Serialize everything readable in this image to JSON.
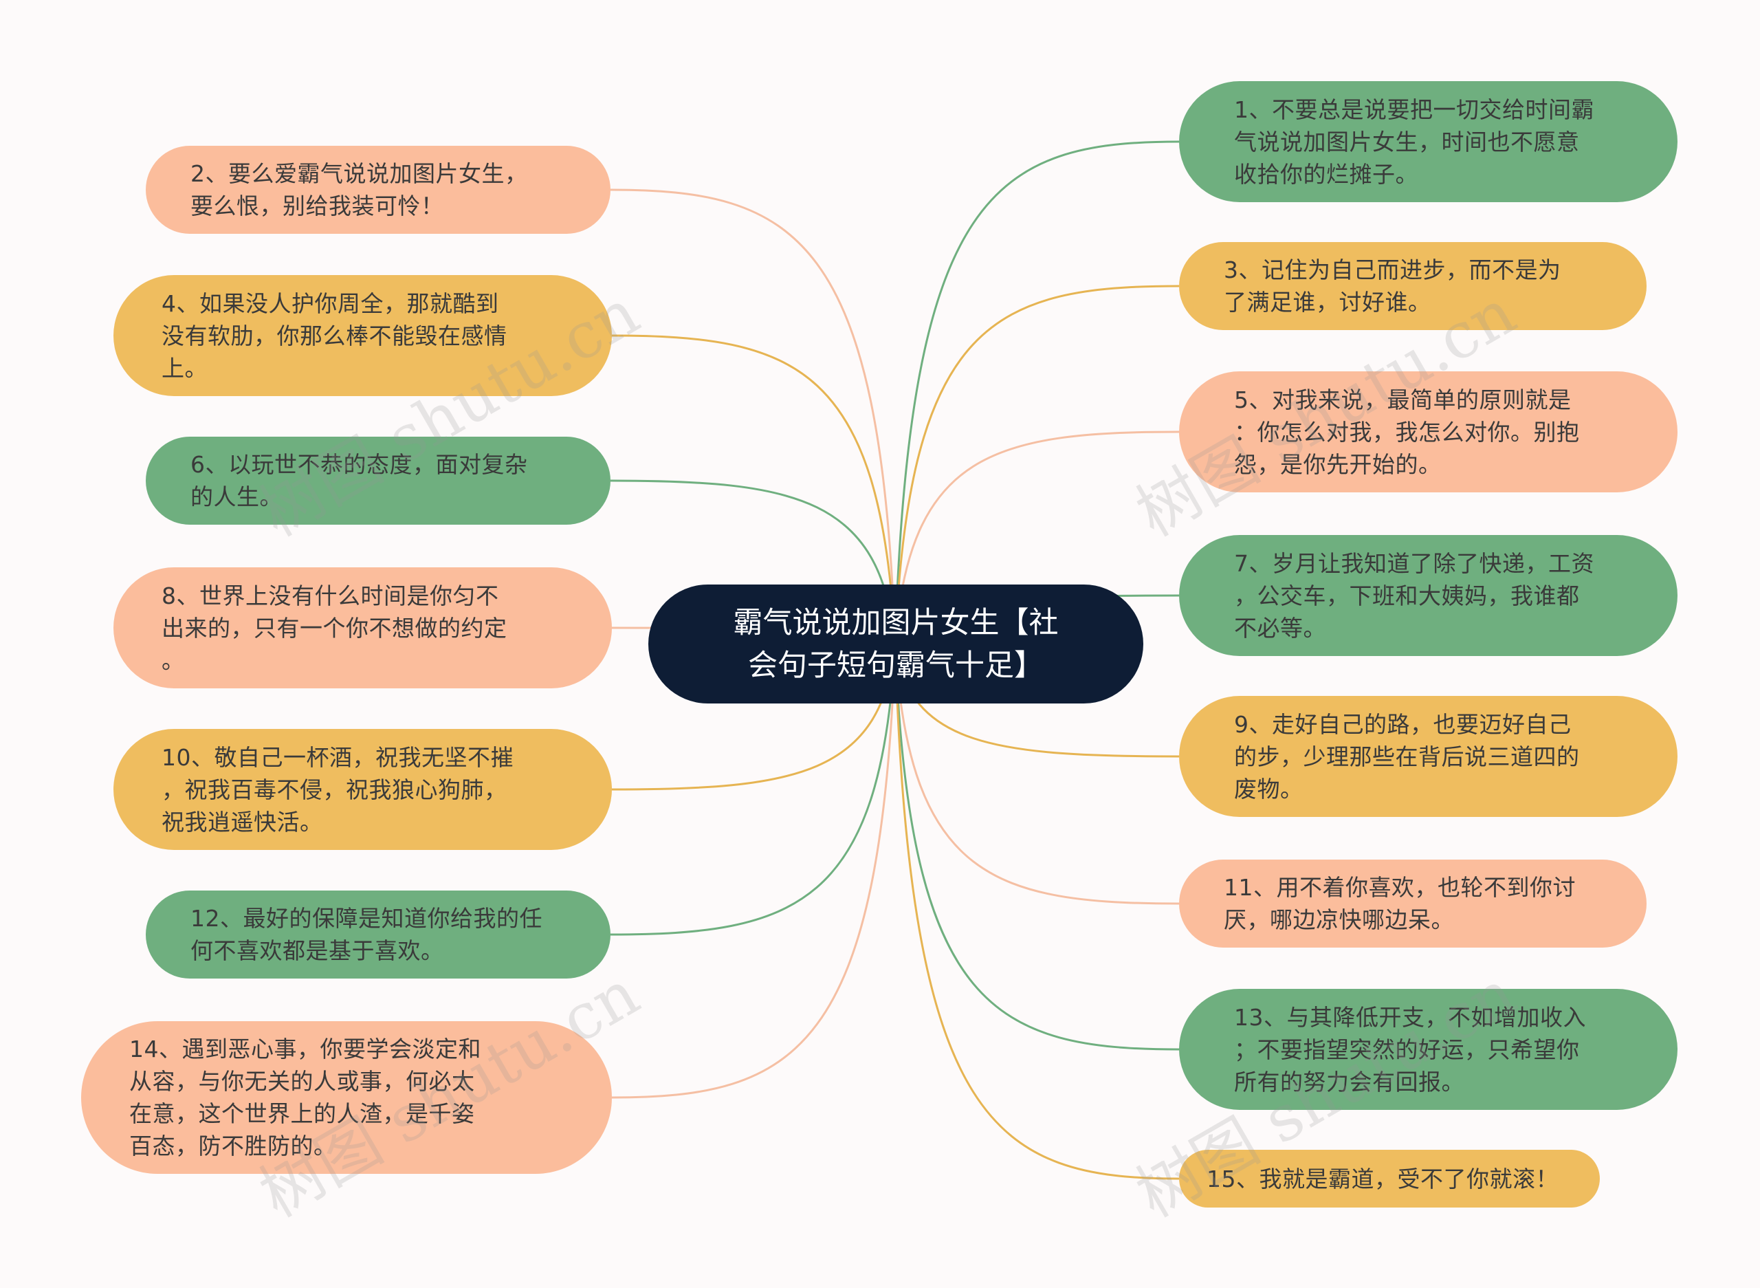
{
  "root": {
    "label": "霸气说说加图片女生【社\n会句子短句霸气十足】"
  },
  "colors": {
    "green": "#6faf7f",
    "orange": "#efbd5f",
    "peach": "#fbbd9c",
    "root": "#0e1d35"
  },
  "watermark": "树图 shutu.cn",
  "nodes": [
    {
      "id": "n1",
      "side": "right",
      "color": "green",
      "text": "1、不要总是说要把一切交给时间霸\n气说说加图片女生，时间也不愿意\n收拾你的烂摊子。"
    },
    {
      "id": "n2",
      "side": "left",
      "color": "peach",
      "text": "2、要么爱霸气说说加图片女生，\n要么恨，别给我装可怜！"
    },
    {
      "id": "n3",
      "side": "right",
      "color": "orange",
      "text": "3、记住为自己而进步，而不是为\n了满足谁，讨好谁。"
    },
    {
      "id": "n4",
      "side": "left",
      "color": "orange",
      "text": "4、如果没人护你周全，那就酷到\n没有软肋，你那么棒不能毁在感情\n上。"
    },
    {
      "id": "n5",
      "side": "right",
      "color": "peach",
      "text": "5、对我来说，最简单的原则就是\n：你怎么对我，我怎么对你。别抱\n怨，是你先开始的。"
    },
    {
      "id": "n6",
      "side": "left",
      "color": "green",
      "text": "6、以玩世不恭的态度，面对复杂\n的人生。"
    },
    {
      "id": "n7",
      "side": "right",
      "color": "green",
      "text": "7、岁月让我知道了除了快递，工资\n，公交车，下班和大姨妈，我谁都\n不必等。"
    },
    {
      "id": "n8",
      "side": "left",
      "color": "peach",
      "text": "8、世界上没有什么时间是你匀不\n出来的，只有一个你不想做的约定\n。"
    },
    {
      "id": "n9",
      "side": "right",
      "color": "orange",
      "text": "9、走好自己的路，也要迈好自己\n的步，少理那些在背后说三道四的\n废物。"
    },
    {
      "id": "n10",
      "side": "left",
      "color": "orange",
      "text": "10、敬自己一杯酒，祝我无坚不摧\n，祝我百毒不侵，祝我狼心狗肺，\n祝我逍遥快活。"
    },
    {
      "id": "n11",
      "side": "right",
      "color": "peach",
      "text": "11、用不着你喜欢，也轮不到你讨\n厌，哪边凉快哪边呆。"
    },
    {
      "id": "n12",
      "side": "left",
      "color": "green",
      "text": "12、最好的保障是知道你给我的任\n何不喜欢都是基于喜欢。"
    },
    {
      "id": "n13",
      "side": "right",
      "color": "green",
      "text": "13、与其降低开支，不如增加收入\n；不要指望突然的好运，只希望你\n所有的努力会有回报。"
    },
    {
      "id": "n14",
      "side": "left",
      "color": "peach",
      "text": "14、遇到恶心事，你要学会淡定和\n从容，与你无关的人或事，何必太\n在意，这个世界上的人渣，是千姿\n百态，防不胜防的。"
    },
    {
      "id": "n15",
      "side": "right",
      "color": "orange",
      "text": "15、我就是霸道，受不了你就滚！"
    }
  ]
}
